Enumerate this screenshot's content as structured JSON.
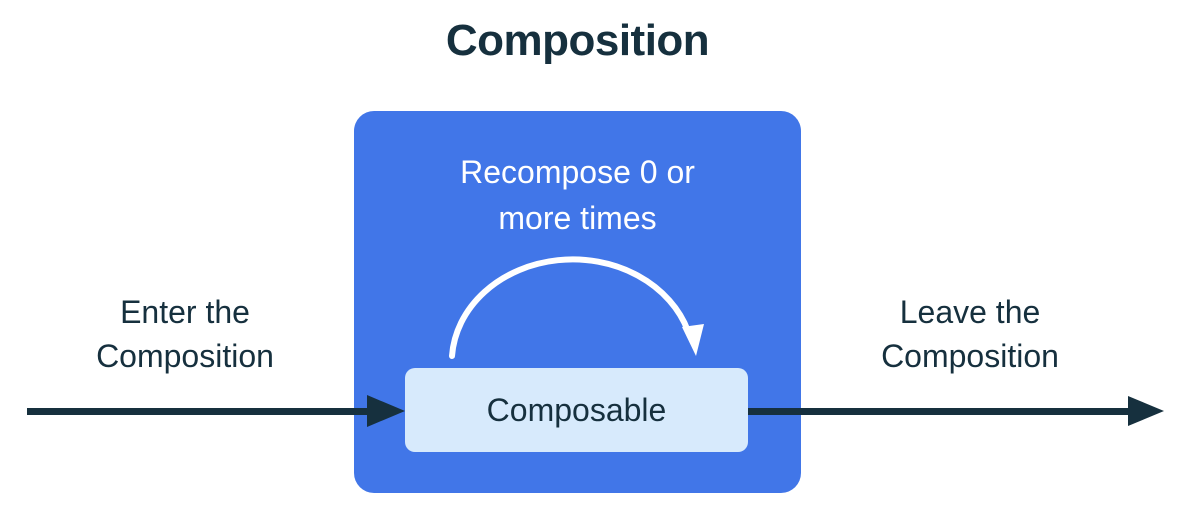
{
  "diagram": {
    "title": "Composition",
    "composition_box": {
      "recompose_label_lines": [
        "Recompose 0 or",
        "more times"
      ],
      "composable_label": "Composable"
    },
    "enter_label": {
      "lines": [
        "Enter the",
        "Composition"
      ]
    },
    "leave_label": {
      "lines": [
        "Leave the",
        "Composition"
      ]
    },
    "icons": {
      "enter_arrow": "arrow-right",
      "leave_arrow": "arrow-right",
      "recompose_loop": "loop-arrow-down"
    },
    "colors": {
      "navy": "#16303e",
      "blue": "#4176e8",
      "light_blue": "#d7eafc",
      "white": "#ffffff"
    }
  }
}
